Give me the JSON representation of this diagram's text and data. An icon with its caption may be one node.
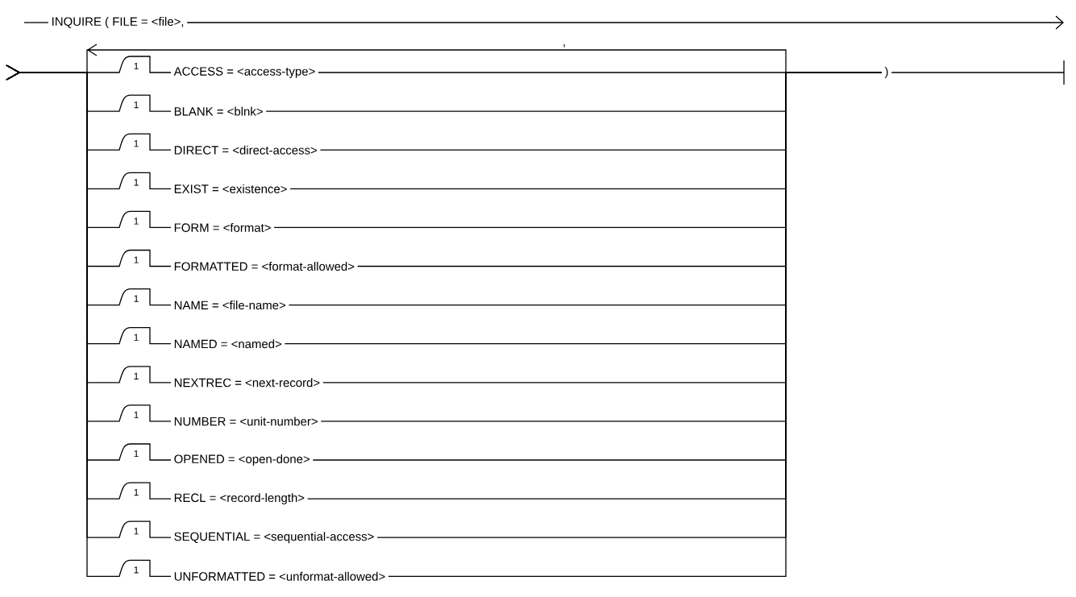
{
  "diagram": {
    "nodes": [
      {
        "text": [
          "INQUIRE ( FILE = <file>,"
        ]
      },
      {
        "text": [
          "ACCESS = <access-type>"
        ],
        "beside": [
          "1"
        ]
      },
      {
        "text": [
          "BLANK = <blnk>"
        ],
        "beside": [
          "1"
        ]
      },
      {
        "text": [
          "DIRECT = <direct-access>"
        ],
        "beside": [
          "1"
        ]
      },
      {
        "text": [
          "EXIST = <existence>"
        ],
        "beside": [
          "1"
        ]
      },
      {
        "text": [
          "FORM = <format>"
        ],
        "beside": [
          "1"
        ]
      },
      {
        "text": [
          "FORMATTED = <format-allowed>"
        ],
        "beside": [
          "1"
        ]
      },
      {
        "text": [
          "NAME = <file-name>"
        ],
        "beside": [
          "1"
        ]
      },
      {
        "text": [
          "NAMED = <named>"
        ],
        "beside": [
          "1"
        ]
      },
      {
        "text": [
          "NEXTREC = <next-record>"
        ],
        "beside": [
          "1"
        ]
      },
      {
        "text": [
          "NUMBER = <unit-number>"
        ],
        "beside": [
          "1"
        ]
      },
      {
        "text": [
          "OPENED = <open-done>"
        ],
        "beside": [
          "1"
        ]
      },
      {
        "text": [
          "RECL = <record-length>"
        ],
        "beside": [
          "1"
        ]
      },
      {
        "text": [
          "SEQUENTIAL = <sequential-access>"
        ],
        "beside": [
          "1"
        ]
      },
      {
        "text": [
          "UNFORMATTED = <unformat-allowed>"
        ],
        "beside": [
          "1"
        ]
      },
      {
        "text": [
          ")"
        ]
      }
    ],
    "edges": [
      {
        "from": null,
        "to": 0,
        "arrow": "none"
      },
      {
        "from": 0,
        "to": null,
        "arrow": "to"
      },
      {
        "from": null,
        "to": 1,
        "arrow": "none"
      },
      {
        "from": null,
        "to": 2,
        "arrow": "none"
      },
      {
        "from": null,
        "to": 3,
        "arrow": "none"
      },
      {
        "from": null,
        "to": 4,
        "arrow": "none"
      },
      {
        "from": null,
        "to": 5,
        "arrow": "none"
      },
      {
        "from": null,
        "to": 6,
        "arrow": "none"
      },
      {
        "from": null,
        "to": 7,
        "arrow": "none"
      },
      {
        "from": null,
        "to": 8,
        "arrow": "none"
      },
      {
        "from": null,
        "to": 9,
        "arrow": "none"
      },
      {
        "from": null,
        "to": 10,
        "arrow": "none"
      },
      {
        "from": null,
        "to": 11,
        "arrow": "none"
      },
      {
        "from": null,
        "to": 12,
        "arrow": "none"
      },
      {
        "from": null,
        "to": 13,
        "arrow": "none"
      },
      {
        "from": null,
        "to": 14,
        "arrow": "none"
      },
      {
        "from": 1,
        "to": 15,
        "arrow": "none"
      },
      {
        "from": 2,
        "to": 15,
        "arrow": "none"
      },
      {
        "from": 3,
        "to": 15,
        "arrow": "none"
      },
      {
        "from": 4,
        "to": 15,
        "arrow": "none"
      },
      {
        "from": 5,
        "to": 15,
        "arrow": "none"
      },
      {
        "from": 6,
        "to": 15,
        "arrow": "none"
      },
      {
        "from": 7,
        "to": 15,
        "arrow": "none"
      },
      {
        "from": 8,
        "to": 15,
        "arrow": "none"
      },
      {
        "from": 9,
        "to": 15,
        "arrow": "none"
      },
      {
        "from": 10,
        "to": 15,
        "arrow": "none"
      },
      {
        "from": 11,
        "to": 15,
        "arrow": "none"
      },
      {
        "from": 12,
        "to": 15,
        "arrow": "none"
      },
      {
        "from": 13,
        "to": 15,
        "arrow": "none"
      },
      {
        "from": 14,
        "to": 15,
        "arrow": "none"
      },
      {
        "from": 15,
        "to": null,
        "arrow": "none"
      }
    ],
    "labels": [
      ","
    ]
  }
}
